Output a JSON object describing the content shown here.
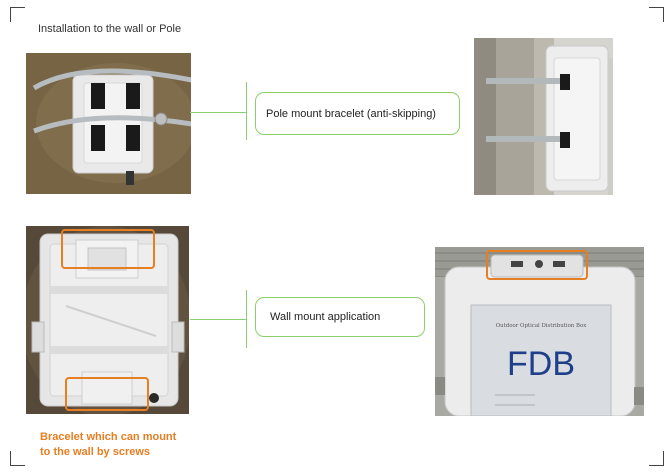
{
  "header": {
    "title": "Installation to the wall or Pole"
  },
  "callouts": {
    "pole": "Pole mount bracelet (anti-skipping)",
    "wall": "Wall mount application"
  },
  "caption": {
    "line1": "Bracelet which can mount",
    "line2": "to the wall by screws"
  },
  "fdb_panel": {
    "heading": "Outdoor Optical Distribution Box",
    "logo": "FDB"
  },
  "colors": {
    "accent_green": "#8ccf6a",
    "highlight_orange": "#e67e22"
  }
}
